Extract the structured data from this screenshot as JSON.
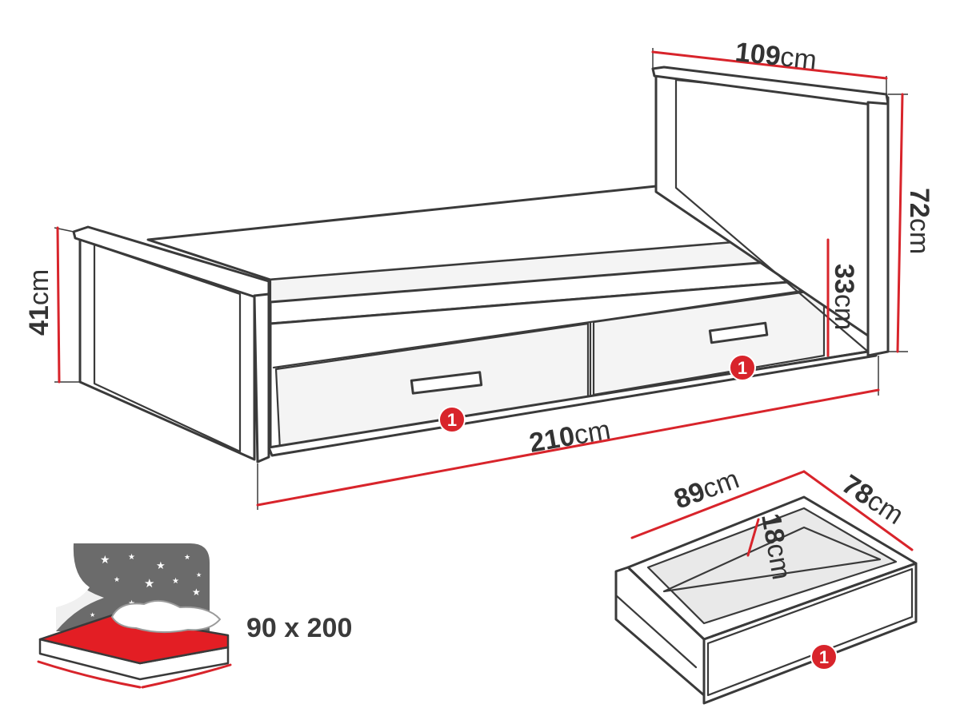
{
  "bed": {
    "length_dim": {
      "value": "210",
      "unit": "cm"
    },
    "headboard_width_dim": {
      "value": "109",
      "unit": "cm"
    },
    "headboard_height_dim": {
      "value": "72",
      "unit": "cm"
    },
    "footboard_height_dim": {
      "value": "41",
      "unit": "cm"
    },
    "frame_height_dim": {
      "value": "33",
      "unit": "cm"
    },
    "drawer_badges": [
      "1",
      "1"
    ]
  },
  "drawer": {
    "width_dim": {
      "value": "89",
      "unit": "cm"
    },
    "depth_dim": {
      "value": "78",
      "unit": "cm"
    },
    "height_dim": {
      "value": "18",
      "unit": "cm"
    },
    "badge": "1"
  },
  "mattress": {
    "size_label": "90 x 200"
  },
  "colors": {
    "dimension_line": "#d8242b",
    "outline": "#3a3a3a",
    "mattress_top": "#e31e24",
    "night_sky": "#6b6b6b"
  },
  "icons": [
    "bed-drawing",
    "drawer-drawing",
    "mattress-icon",
    "night-sky-icon",
    "star-icon",
    "pillow-icon"
  ]
}
